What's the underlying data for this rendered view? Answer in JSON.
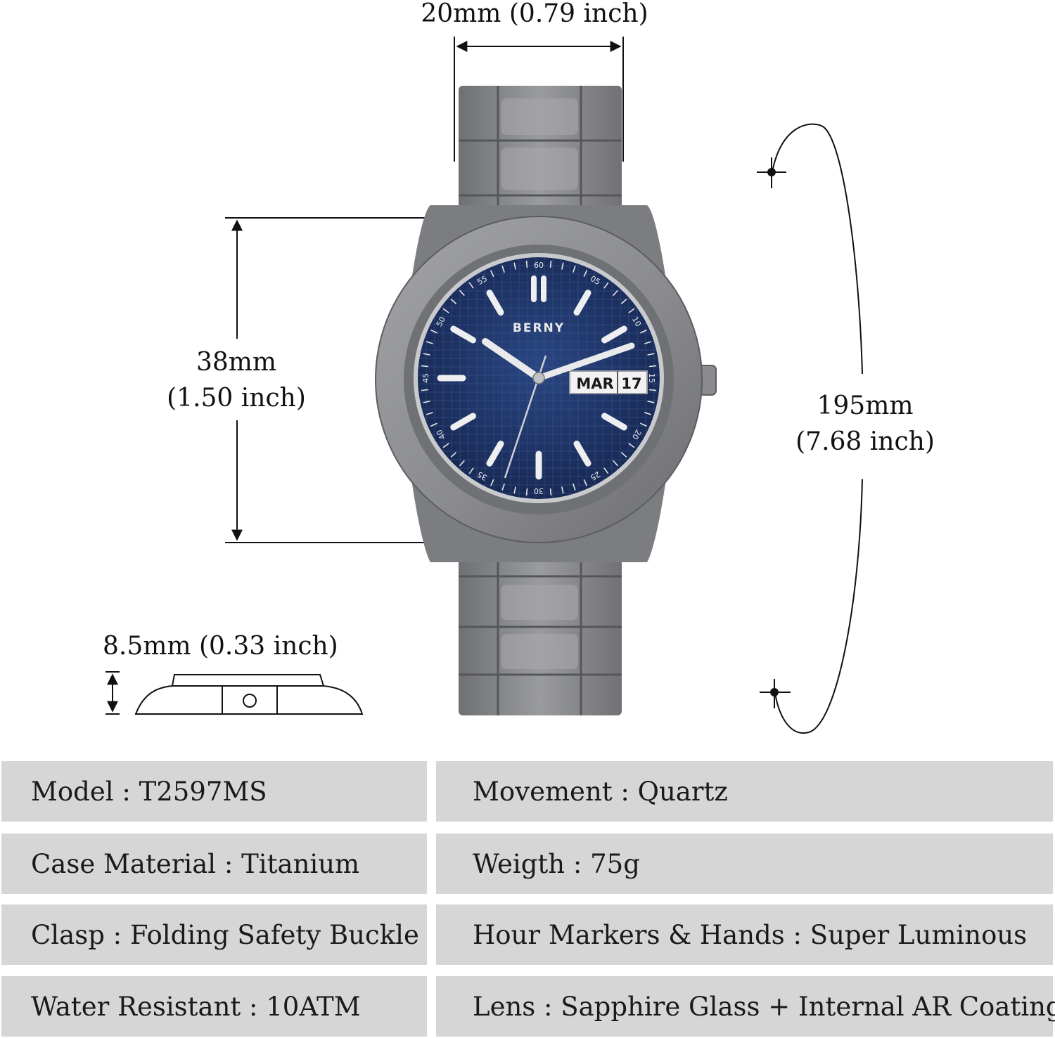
{
  "dimensions": {
    "band_width": "20mm (0.79 inch)",
    "case_diameter_mm": "38mm",
    "case_diameter_inch": "(1.50 inch)",
    "total_length_mm": "195mm",
    "total_length_inch": "(7.68 inch)",
    "thickness": "8.5mm (0.33 inch)"
  },
  "watch": {
    "brand": "BERNY",
    "day": "MAR",
    "date": "17",
    "dial_color": "#1f3566",
    "case_color": "#8e8f93",
    "minute_numerals": [
      "60",
      "05",
      "10",
      "15",
      "20",
      "25",
      "30",
      "35",
      "40",
      "45",
      "50",
      "55"
    ]
  },
  "specs": [
    {
      "left": "Model : T2597MS",
      "right": "Movement : Quartz"
    },
    {
      "left": "Case Material : Titanium",
      "right": "Weigth : 75g"
    },
    {
      "left": "Clasp : Folding Safety Buckle",
      "right": "Hour Markers & Hands : Super Luminous"
    },
    {
      "left": "Water Resistant : 10ATM",
      "right": "Lens : Sapphire Glass + Internal AR Coating"
    }
  ]
}
